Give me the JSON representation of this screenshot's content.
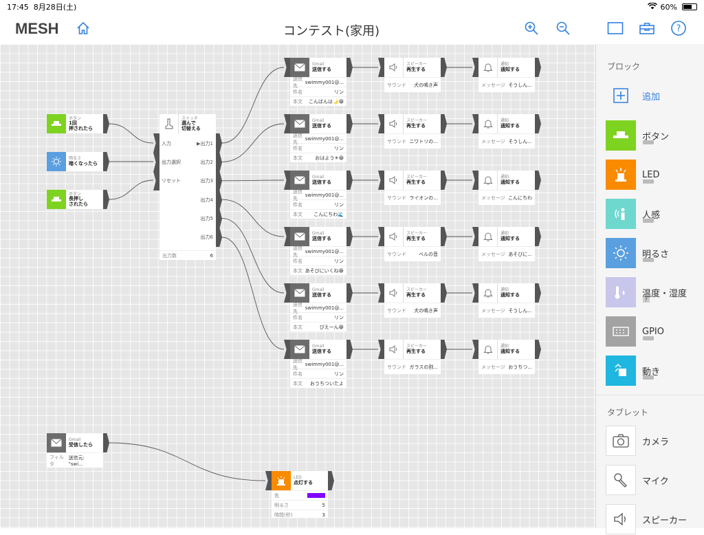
{
  "status": {
    "time": "17:45",
    "date": "8月28日(土)",
    "battery": "60%",
    "battery_level": 0.6
  },
  "header": {
    "logo": "MESH",
    "title": "コンテスト(家用)"
  },
  "sidebar": {
    "block_heading": "ブロック",
    "add_label": "追加",
    "blocks": [
      {
        "label": "ボタン",
        "color": "#7ed321"
      },
      {
        "label": "LED",
        "color": "#fa8a00"
      },
      {
        "label": "人感",
        "color": "#6ed8cf"
      },
      {
        "label": "明るさ",
        "color": "#5a9fe0"
      },
      {
        "label": "温度・湿度",
        "color": "#c9c6ec",
        "badge": "?"
      },
      {
        "label": "GPIO",
        "color": "#a3a3a3"
      },
      {
        "label": "動き",
        "color": "#1fb6e0"
      }
    ],
    "tablet_heading": "タブレット",
    "tablet": [
      {
        "label": "カメラ"
      },
      {
        "label": "マイク"
      },
      {
        "label": "スピーカー"
      }
    ]
  },
  "canvas": {
    "inputs": [
      {
        "sub": "ボタン",
        "main": "1回\n押されたら"
      },
      {
        "sub": "明るさ",
        "main": "暗くなったら"
      },
      {
        "sub": "ボタン",
        "main": "長押し\nされたら"
      }
    ],
    "switch": {
      "sub": "スイッチ",
      "main": "選んで\n切替える",
      "in1": "入力",
      "in2": "出力選択",
      "in3": "リセット",
      "outs": [
        "出力1",
        "出力2",
        "出力3",
        "出力4",
        "出力5",
        "出力6"
      ],
      "count_label": "出力数",
      "count": "6"
    },
    "gmail_rows": [
      {
        "sub": "Gmail",
        "main": "送信する",
        "to_label": "送信先",
        "to": "swimmy001@...",
        "subj_label": "件名",
        "subj": "リン",
        "body_label": "本文",
        "body": "こんばんは🌛😁",
        "sp_sub": "スピーカー",
        "sp_main": "再生する",
        "sp_label": "サウンド",
        "sp_val": "犬の鳴き声",
        "nt_sub": "通知",
        "nt_main": "通知する",
        "nt_label": "メッセージ",
        "nt_val": "そうしん..."
      },
      {
        "sub": "Gmail",
        "main": "送信する",
        "to_label": "送信先",
        "to": "swimmy001@...",
        "subj_label": "件名",
        "subj": "リン",
        "body_label": "本文",
        "body": "おはよう☀😁",
        "sp_sub": "スピーカー",
        "sp_main": "再生する",
        "sp_label": "サウンド",
        "sp_val": "ニワトリの...",
        "nt_sub": "通知",
        "nt_main": "通知する",
        "nt_label": "メッセージ",
        "nt_val": "そうしん..."
      },
      {
        "sub": "Gmail",
        "main": "送信する",
        "to_label": "送信先",
        "to": "swimmy001@...",
        "subj_label": "件名",
        "subj": "リン",
        "body_label": "本文",
        "body": "こんにちわ🌊",
        "sp_sub": "スピーカー",
        "sp_main": "再生する",
        "sp_label": "サウンド",
        "sp_val": "ライオンの...",
        "nt_sub": "通知",
        "nt_main": "通知する",
        "nt_label": "メッセージ",
        "nt_val": "こんにちわ"
      },
      {
        "sub": "Gmail",
        "main": "送信する",
        "to_label": "送信先",
        "to": "swimmy001@...",
        "subj_label": "件名",
        "subj": "リン",
        "body_label": "本文",
        "body": "あそびにいくね😁",
        "sp_sub": "スピーカー",
        "sp_main": "再生する",
        "sp_label": "サウンド",
        "sp_val": "ベルの音",
        "nt_sub": "通知",
        "nt_main": "通知する",
        "nt_label": "メッセージ",
        "nt_val": "あそびに..."
      },
      {
        "sub": "Gmail",
        "main": "送信する",
        "to_label": "送信先",
        "to": "swimmy001@...",
        "subj_label": "件名",
        "subj": "リン",
        "body_label": "本文",
        "body": "ぴえーん😁",
        "sp_sub": "スピーカー",
        "sp_main": "再生する",
        "sp_label": "サウンド",
        "sp_val": "犬の鳴き声",
        "nt_sub": "通知",
        "nt_main": "通知する",
        "nt_label": "メッセージ",
        "nt_val": "そうしん..."
      },
      {
        "sub": "Gmail",
        "main": "送信する",
        "to_label": "送信先",
        "to": "swimmy001@...",
        "subj_label": "件名",
        "subj": "リン",
        "body_label": "本文",
        "body": "おうちついたよ",
        "sp_sub": "スピーカー",
        "sp_main": "再生する",
        "sp_label": "サウンド",
        "sp_val": "ガラスの割...",
        "nt_sub": "通知",
        "nt_main": "通知する",
        "nt_label": "メッセージ",
        "nt_val": "おうちつ..."
      }
    ],
    "gmail_recv": {
      "sub": "Gmail",
      "main": "受信したら",
      "filter_label": "フィルタ",
      "filter": "送信元: \"swi..."
    },
    "led": {
      "sub": "LED",
      "main": "点灯する",
      "color_label": "色",
      "color": "#8000ff",
      "bright_label": "明るさ",
      "bright": "5",
      "time_label": "時間(秒)",
      "time": "3"
    }
  }
}
